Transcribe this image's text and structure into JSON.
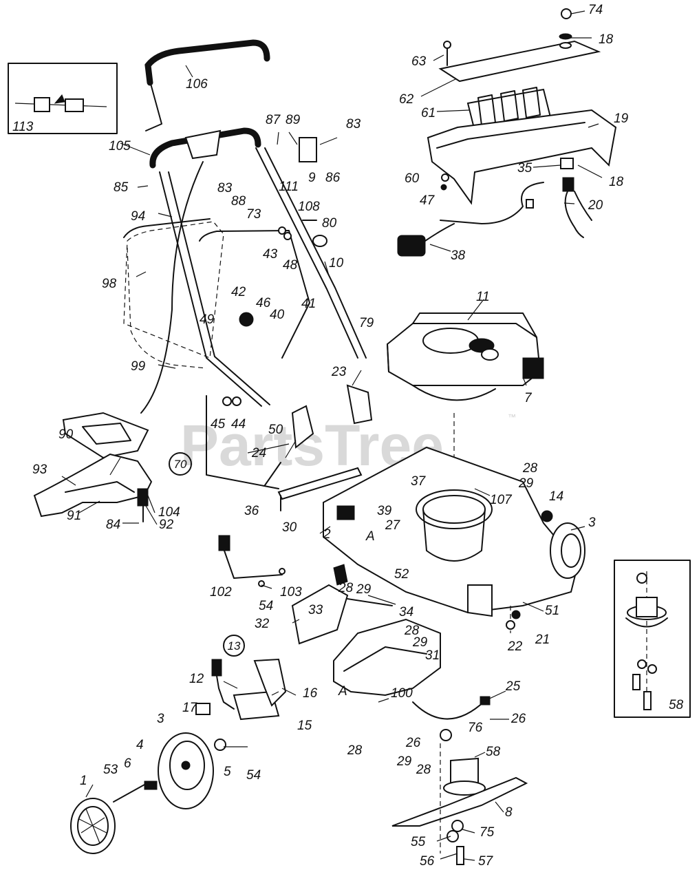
{
  "watermark": "PartsTree",
  "trademark": "™",
  "callouts": [
    "74",
    "18",
    "63",
    "62",
    "61",
    "19",
    "60",
    "47",
    "35",
    "18",
    "20",
    "38",
    "106",
    "113",
    "105",
    "87",
    "89",
    "83",
    "9",
    "86",
    "85",
    "83",
    "111",
    "88",
    "73",
    "108",
    "80",
    "94",
    "43",
    "48",
    "98",
    "10",
    "42",
    "46",
    "40",
    "41",
    "49",
    "79",
    "11",
    "99",
    "23",
    "7",
    "45",
    "44",
    "50",
    "24",
    "36",
    "30",
    "90",
    "93",
    "104",
    "91",
    "92",
    "84",
    "2",
    "A",
    "37",
    "39",
    "27",
    "107",
    "28",
    "29",
    "14",
    "3",
    "52",
    "51",
    "102",
    "103",
    "54",
    "28",
    "29",
    "34",
    "32",
    "33",
    "22",
    "21",
    "28",
    "29",
    "31",
    "12",
    "16",
    "17",
    "3",
    "4",
    "6",
    "53",
    "1",
    "5",
    "54",
    "15",
    "A",
    "100",
    "25",
    "26",
    "26",
    "28",
    "76",
    "58",
    "29",
    "28",
    "8",
    "55",
    "75",
    "56",
    "57",
    "58"
  ],
  "circled": [
    "70",
    "13"
  ]
}
